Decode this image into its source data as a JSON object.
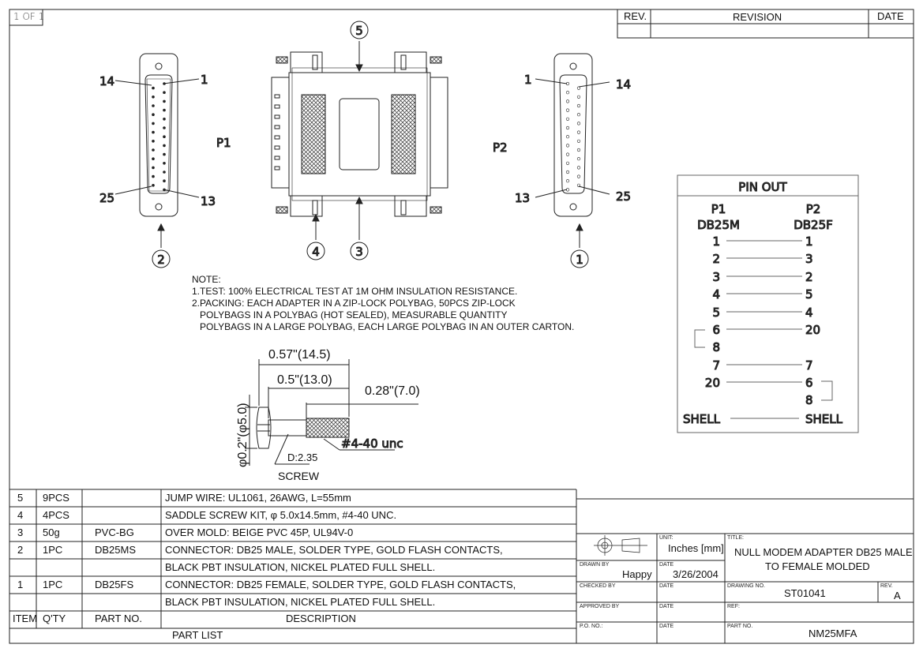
{
  "sheet": "1 OF 1",
  "revision_table": {
    "headers": [
      "REV.",
      "REVISION",
      "DATE"
    ]
  },
  "views": {
    "p1_label": "P1",
    "p2_label": "P2",
    "p1_pins": [
      "14",
      "1",
      "25",
      "13"
    ],
    "p2_pins": [
      "1",
      "14",
      "13",
      "25"
    ],
    "balloons": [
      "5",
      "2",
      "4",
      "3",
      "1"
    ]
  },
  "notes": {
    "title": "NOTE:",
    "lines": [
      "1.TEST: 100% ELECTRICAL TEST AT 1M OHM INSULATION RESISTANCE.",
      "2.PACKING: EACH ADAPTER IN A ZIP-LOCK POLYBAG, 50PCS ZIP-LOCK",
      "   POLYBAGS IN A POLYBAG (HOT SEALED), MEASURABLE QUANTITY",
      "   POLYBAGS IN A LARGE POLYBAG, EACH LARGE POLYBAG IN AN OUTER CARTON."
    ]
  },
  "screw": {
    "dim_total": "0.57\"(14.5)",
    "dim_shank": "0.5\"(13.0)",
    "dim_thread": "0.28\"(7.0)",
    "dim_dia": "φ0.2\"(φ5.0)",
    "drive": "D:2.35",
    "thread": "#4-40 unc",
    "caption": "SCREW"
  },
  "pinout": {
    "title": "PIN OUT",
    "left_header": [
      "P1",
      "DB25M"
    ],
    "right_header": [
      "P2",
      "DB25F"
    ],
    "rows": [
      {
        "l": "1",
        "r": "1"
      },
      {
        "l": "2",
        "r": "3"
      },
      {
        "l": "3",
        "r": "2"
      },
      {
        "l": "4",
        "r": "5"
      },
      {
        "l": "5",
        "r": "4"
      },
      {
        "l": "6",
        "r": "20"
      },
      {
        "l": "8",
        "r": ""
      },
      {
        "l": "7",
        "r": "7"
      },
      {
        "l": "20",
        "r": "6"
      },
      {
        "l": "",
        "r": "8"
      },
      {
        "l": "SHELL",
        "r": "SHELL"
      }
    ]
  },
  "parts_list": {
    "title": "PART LIST",
    "headers": [
      "ITEM",
      "Q'TY",
      "PART NO.",
      "DESCRIPTION"
    ],
    "rows": [
      [
        "5",
        "9PCS",
        "",
        "JUMP WIRE: UL1061, 26AWG, L=55mm"
      ],
      [
        "4",
        "4PCS",
        "",
        "SADDLE SCREW KIT, φ 5.0x14.5mm, #4-40 UNC."
      ],
      [
        "3",
        "50g",
        "PVC-BG",
        "OVER MOLD: BEIGE PVC 45P, UL94V-0"
      ],
      [
        "2",
        "1PC",
        "DB25MS",
        "CONNECTOR: DB25 MALE, SOLDER TYPE, GOLD FLASH CONTACTS,"
      ],
      [
        "",
        "",
        "",
        "BLACK PBT INSULATION, NICKEL PLATED FULL SHELL."
      ],
      [
        "1",
        "1PC",
        "DB25FS",
        "CONNECTOR: DB25 FEMALE, SOLDER TYPE, GOLD FLASH CONTACTS,"
      ],
      [
        "",
        "",
        "",
        "BLACK PBT INSULATION, NICKEL PLATED FULL SHELL."
      ]
    ]
  },
  "title_block": {
    "unit_label": "UNIT:",
    "unit": "Inches [mm]",
    "title_label": "TITLE:",
    "title_1": "NULL MODEM ADAPTER DB25 MALE",
    "title_2": "TO FEMALE MOLDED",
    "drawn_by_label": "DRAWN BY",
    "drawn_by": "Happy",
    "date_label": "DATE",
    "date": "3/26/2004",
    "checked_by_label": "CHECKED BY",
    "approved_by_label": "APPROVED BY",
    "po_label": "P.O. NO.:",
    "drawing_no_label": "DRAWING NO.",
    "drawing_no": "ST01041",
    "rev_label": "REV.",
    "rev": "A",
    "ref_label": "REF:",
    "part_no_label": "PART NO.",
    "part_no": "NM25MFA"
  }
}
